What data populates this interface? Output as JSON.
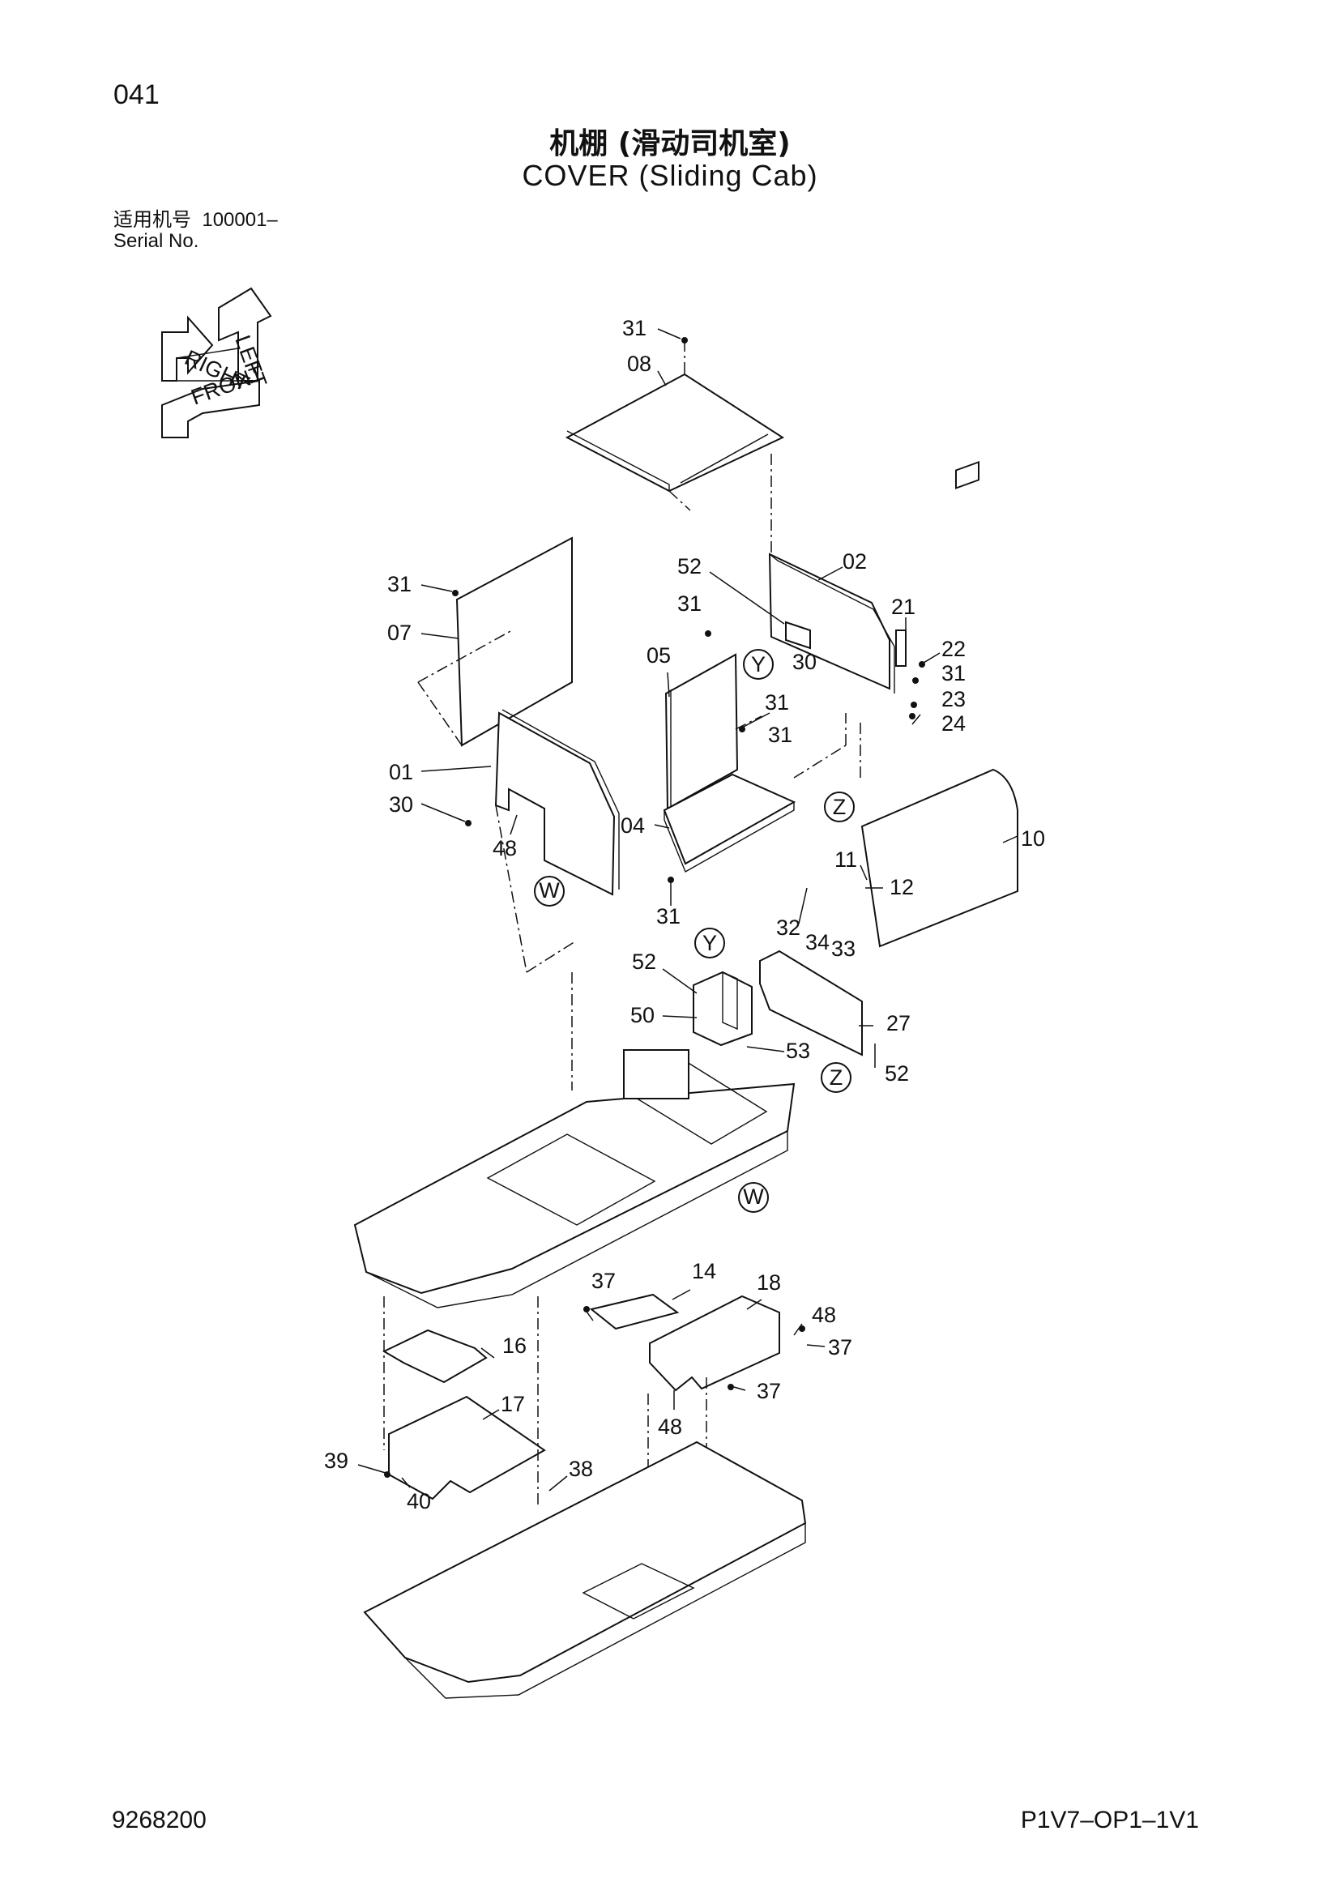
{
  "page_number": "041",
  "title_cn": "机棚 (滑动司机室)",
  "title_en": "COVER  (Sliding  Cab)",
  "serial": {
    "label_cn": "适用机号",
    "value": "100001–",
    "label_en": "Serial No."
  },
  "orientation_marker": {
    "labels": [
      "RIGHT",
      "LEFT",
      "FRONT"
    ]
  },
  "callouts": {
    "c31a": "31",
    "c08": "08",
    "c31b": "31",
    "c07": "07",
    "c52a": "52",
    "c02": "02",
    "c21": "21",
    "c22": "22",
    "c31c": "31",
    "c23": "23",
    "c24": "24",
    "c31d": "31",
    "c05": "05",
    "c30a": "30",
    "c31e": "31",
    "c31f": "31",
    "c01": "01",
    "c30b": "30",
    "c48a": "48",
    "c04": "04",
    "c31g": "31",
    "c10": "10",
    "c11": "11",
    "c12": "12",
    "c32": "32",
    "c34": "34",
    "c33": "33",
    "c52b": "52",
    "c50": "50",
    "c27": "27",
    "c53": "53",
    "c52c": "52",
    "c37a": "37",
    "c14": "14",
    "c18": "18",
    "c48b": "48",
    "c37b": "37",
    "c16": "16",
    "c37c": "37",
    "c48c": "48",
    "c17": "17",
    "c39": "39",
    "c40": "40",
    "c38": "38"
  },
  "markers": {
    "y1": "Y",
    "y2": "Y",
    "z1": "Z",
    "z2": "Z",
    "w1": "W",
    "w2": "W"
  },
  "footer": {
    "drawing_number": "9268200",
    "model_code": "P1V7–OP1–1V1"
  }
}
